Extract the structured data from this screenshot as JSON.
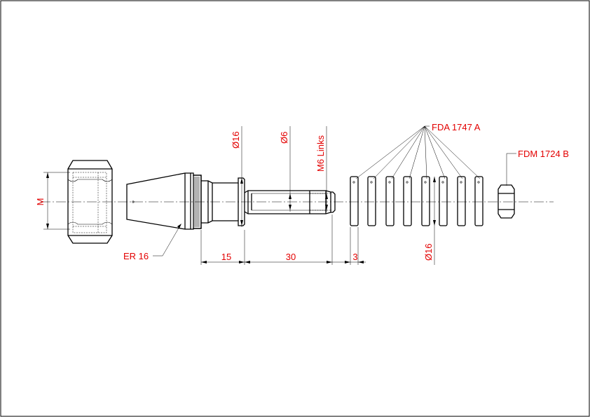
{
  "drawing": {
    "labels": {
      "nut_thread": "M",
      "collet": "ER 16",
      "dia_16_shank": "Ø16",
      "dia_6_shaft": "Ø6",
      "thread_m6": "M6 Links",
      "disc_part": "FDA 1747 A",
      "nut_part": "FDM 1724 B",
      "dia_16_discs": "Ø16",
      "len_15": "15",
      "len_30": "30",
      "len_3": "3"
    },
    "colors": {
      "line": "#000000",
      "annotation": "#e30000"
    }
  }
}
